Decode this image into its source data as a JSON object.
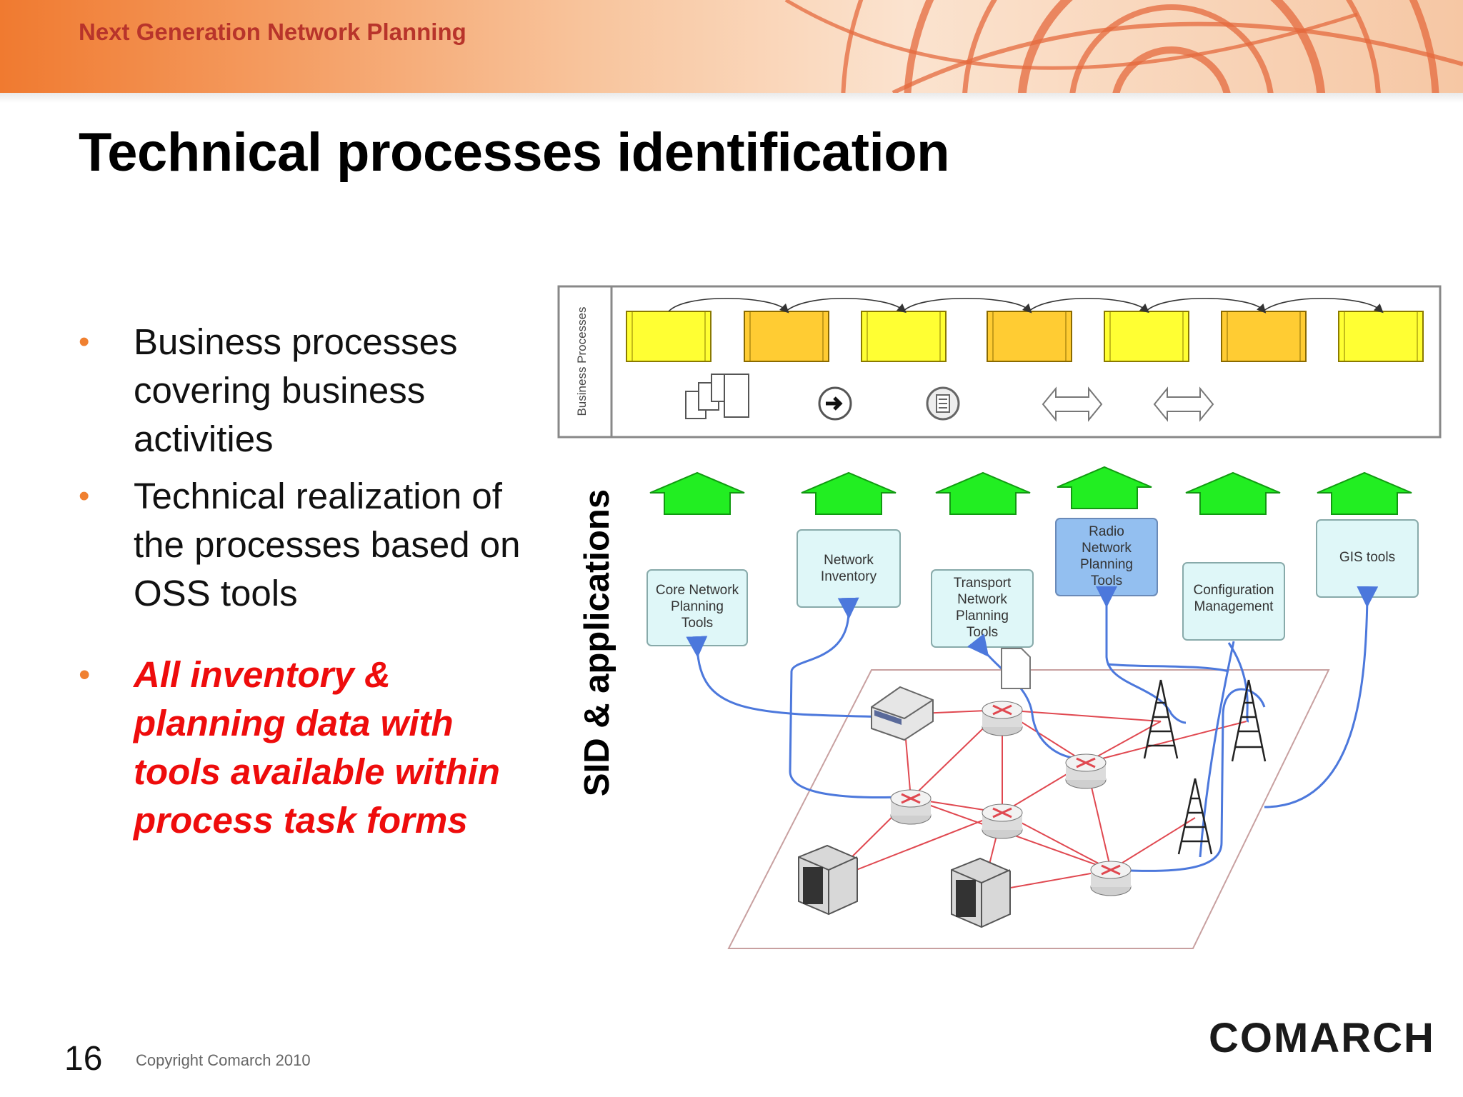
{
  "header": {
    "title": "Next Generation Network Planning"
  },
  "slide": {
    "title": "Technical processes identification"
  },
  "bullets": [
    {
      "text": "Business processes covering business activities",
      "style": "normal"
    },
    {
      "text": "Technical realization of the processes based on OSS tools",
      "style": "normal"
    },
    {
      "text": "All inventory & planning data with tools available within process task forms",
      "style": "emphasis"
    }
  ],
  "bullet_marker": "•",
  "diagram": {
    "business_processes_label": "Business Processes",
    "vertical_label": "SID & applications",
    "tools": [
      "Core Network Planning Tools",
      "Network Inventory",
      "Transport Network Planning Tools",
      "Radio Network Planning Tools",
      "Configuration Management",
      "GIS tools"
    ],
    "colors": {
      "process_yellow": "#ffff33",
      "process_orange": "#ffcc33",
      "arrow_green": "#22ee22",
      "tool_box": "#dff7f8",
      "tool_box_highlight": "#93bff0",
      "links_red": "#e04850",
      "links_blue": "#4c78dc"
    }
  },
  "footer": {
    "page_number": "16",
    "copyright": "Copyright Comarch 2010",
    "logo": "COMARCH"
  },
  "colors": {
    "accent_orange": "#f07a30",
    "header_text": "#b8342b",
    "emphasis_red": "#ee0c0c"
  }
}
